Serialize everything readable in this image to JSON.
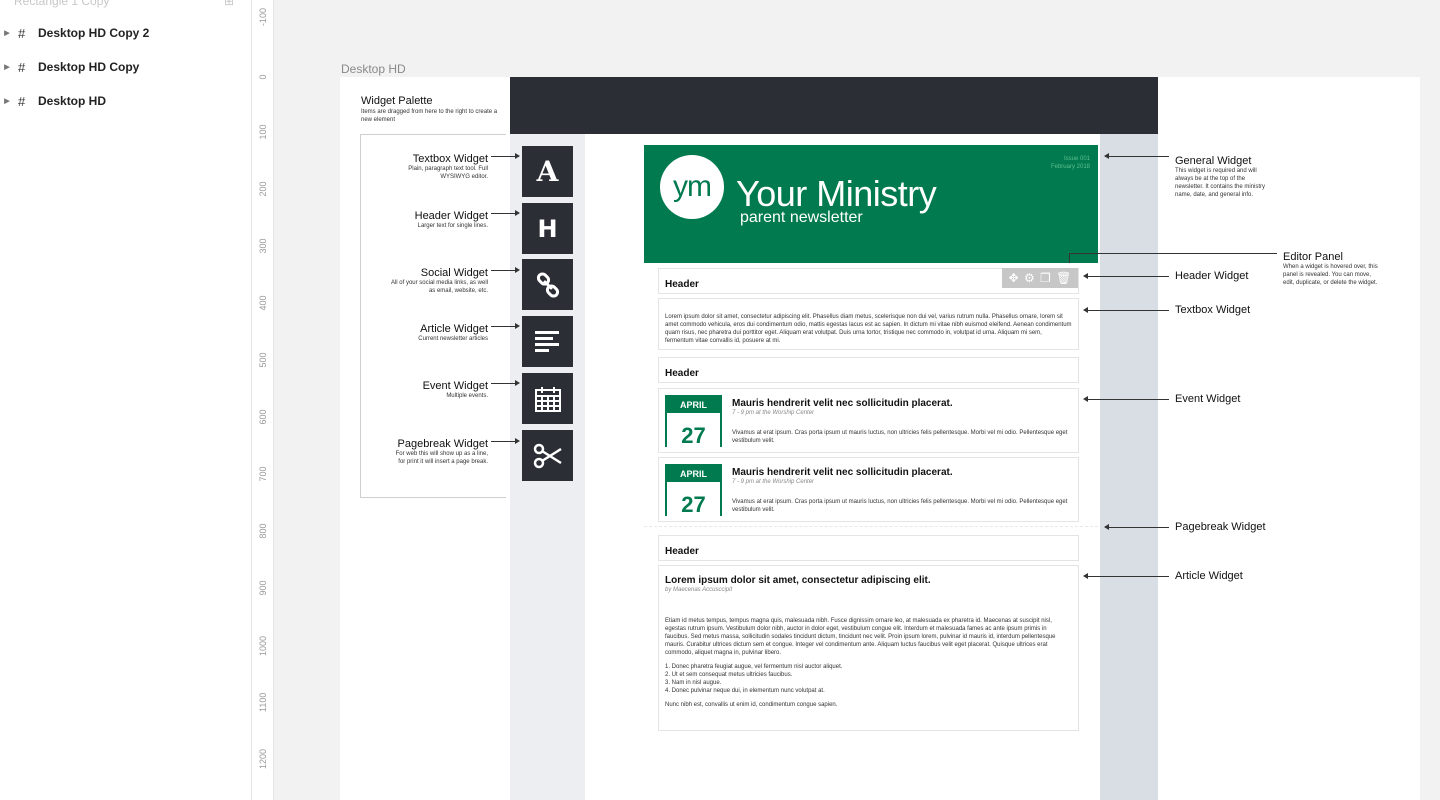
{
  "layers": {
    "cut_item": "Rectangle 1 Copy",
    "items": [
      {
        "label": "Desktop HD Copy 2"
      },
      {
        "label": "Desktop HD Copy"
      },
      {
        "label": "Desktop HD"
      }
    ]
  },
  "ruler": [
    "-100",
    "0",
    "100",
    "200",
    "300",
    "400",
    "500",
    "600",
    "700",
    "800",
    "900",
    "1000",
    "1100",
    "1200"
  ],
  "canvas": {
    "frame_label": "Desktop HD"
  },
  "palette": {
    "title": "Widget Palette",
    "desc": "Items are dragged from here to the right to create a new element",
    "items": [
      {
        "title": "Textbox Widget",
        "desc": "Plain, paragraph text tool. Full WYSIWYG editor.",
        "glyph": "A",
        "icon": "text-icon"
      },
      {
        "title": "Header Widget",
        "desc": "Larger text for single lines.",
        "glyph": "H",
        "icon": "header-icon"
      },
      {
        "title": "Social Widget",
        "desc": "All of your social media links, as well as email, website, etc.",
        "icon": "link-icon"
      },
      {
        "title": "Article Widget",
        "desc": "Current newsletter articles",
        "icon": "align-left-icon"
      },
      {
        "title": "Event Widget",
        "desc": "Multiple events.",
        "icon": "calendar-icon"
      },
      {
        "title": "Pagebreak Widget",
        "desc": "For web this will show up as a line, for print it will insert a page break.",
        "icon": "scissors-icon"
      }
    ]
  },
  "hero": {
    "logo": "ym",
    "title": "Your Ministry",
    "subtitle": "parent newsletter",
    "issue": "Issue 001",
    "date": "February 2018",
    "color": "#007a4e"
  },
  "editor_panel": {
    "icons": [
      "move-icon",
      "gear-icon",
      "duplicate-icon",
      "trash-icon"
    ]
  },
  "newsletter": {
    "header1": "Header",
    "textbox": "Lorem ipsum dolor sit amet, consectetur adipiscing elit. Phasellus diam metus, scelerisque non dui vel, varius rutrum nulla. Phasellus ornare, lorem sit amet commodo vehicula, eros dui condimentum odio, mattis egestas lacus est ac sapien. In dictum mi vitae nibh euismod eleifend. Aenean condimentum quam risus, nec pharetra dui porttitor eget. Aliquam erat volutpat. Duis urna tortor, tristique nec commodo in, volutpat id urna. Aliquam mi sem, fermentum vitae convallis id, posuere at mi.",
    "header2": "Header",
    "events": [
      {
        "month": "APRIL",
        "day": "27",
        "title": "Mauris hendrerit velit nec sollicitudin placerat.",
        "time": "7 - 9 pm at the Worship Center",
        "body": "Vivamus at erat ipsum. Cras porta ipsum ut mauris luctus, non ultricies felis pellentesque. Morbi vel mi odio. Pellentesque eget vestibulum velit."
      },
      {
        "month": "APRIL",
        "day": "27",
        "title": "Mauris hendrerit velit nec sollicitudin placerat.",
        "time": "7 - 9 pm at the Worship Center",
        "body": "Vivamus at erat ipsum. Cras porta ipsum ut mauris luctus, non ultricies felis pellentesque. Morbi vel mi odio. Pellentesque eget vestibulum velit."
      }
    ],
    "header3": "Header",
    "article": {
      "title": "Lorem ipsum dolor sit amet, consectetur adipiscing elit.",
      "byline": "by Maecenas Accusccipit",
      "body": "Etiam id metus tempus, tempus magna quis, malesuada nibh. Fusce dignissim ornare leo, at malesuada ex pharetra id. Maecenas at suscipit nisl, egestas rutrum ipsum. Vestibulum dolor nibh, auctor in dolor eget, vestibulum congue elit. Interdum et malesuada fames ac ante ipsum primis in faucibus. Sed metus massa, sollicitudin sodales tincidunt dictum, tincidunt nec velit. Proin ipsum lorem, pulvinar id mauris id, interdum pellentesque mauris. Curabitur ultrices dictum sem et congue. Integer vel condimentum ante. Aliquam luctus faucibus velit eget placerat. Quisque ultrices erat commodo, aliquet magna in, pulvinar libero.",
      "list": [
        "1. Donec pharetra feugiat augue, vel fermentum nisl auctor aliquet.",
        "2. Ut et sem consequat metus ultricies faucibus.",
        "3. Nam in nisl augue.",
        "4. Donec pulvinar neque dui, in elementum nunc volutpat at."
      ],
      "footer": "Nunc nibh est, convallis ut enim id, condimentum congue sapien."
    }
  },
  "callouts": {
    "general": {
      "title": "General Widget",
      "desc": "This widget is required and will always be at the top of the newsletter. It contains the ministry name, date, and general info."
    },
    "editor": {
      "title": "Editor Panel",
      "desc": "When a widget is hovered over, this panel is revealed. You can move, edit, duplicate, or delete the widget."
    },
    "header": {
      "title": "Header Widget"
    },
    "textbox": {
      "title": "Textbox Widget"
    },
    "event": {
      "title": "Event Widget"
    },
    "pagebreak": {
      "title": "Pagebreak Widget"
    },
    "article": {
      "title": "Article Widget"
    }
  }
}
